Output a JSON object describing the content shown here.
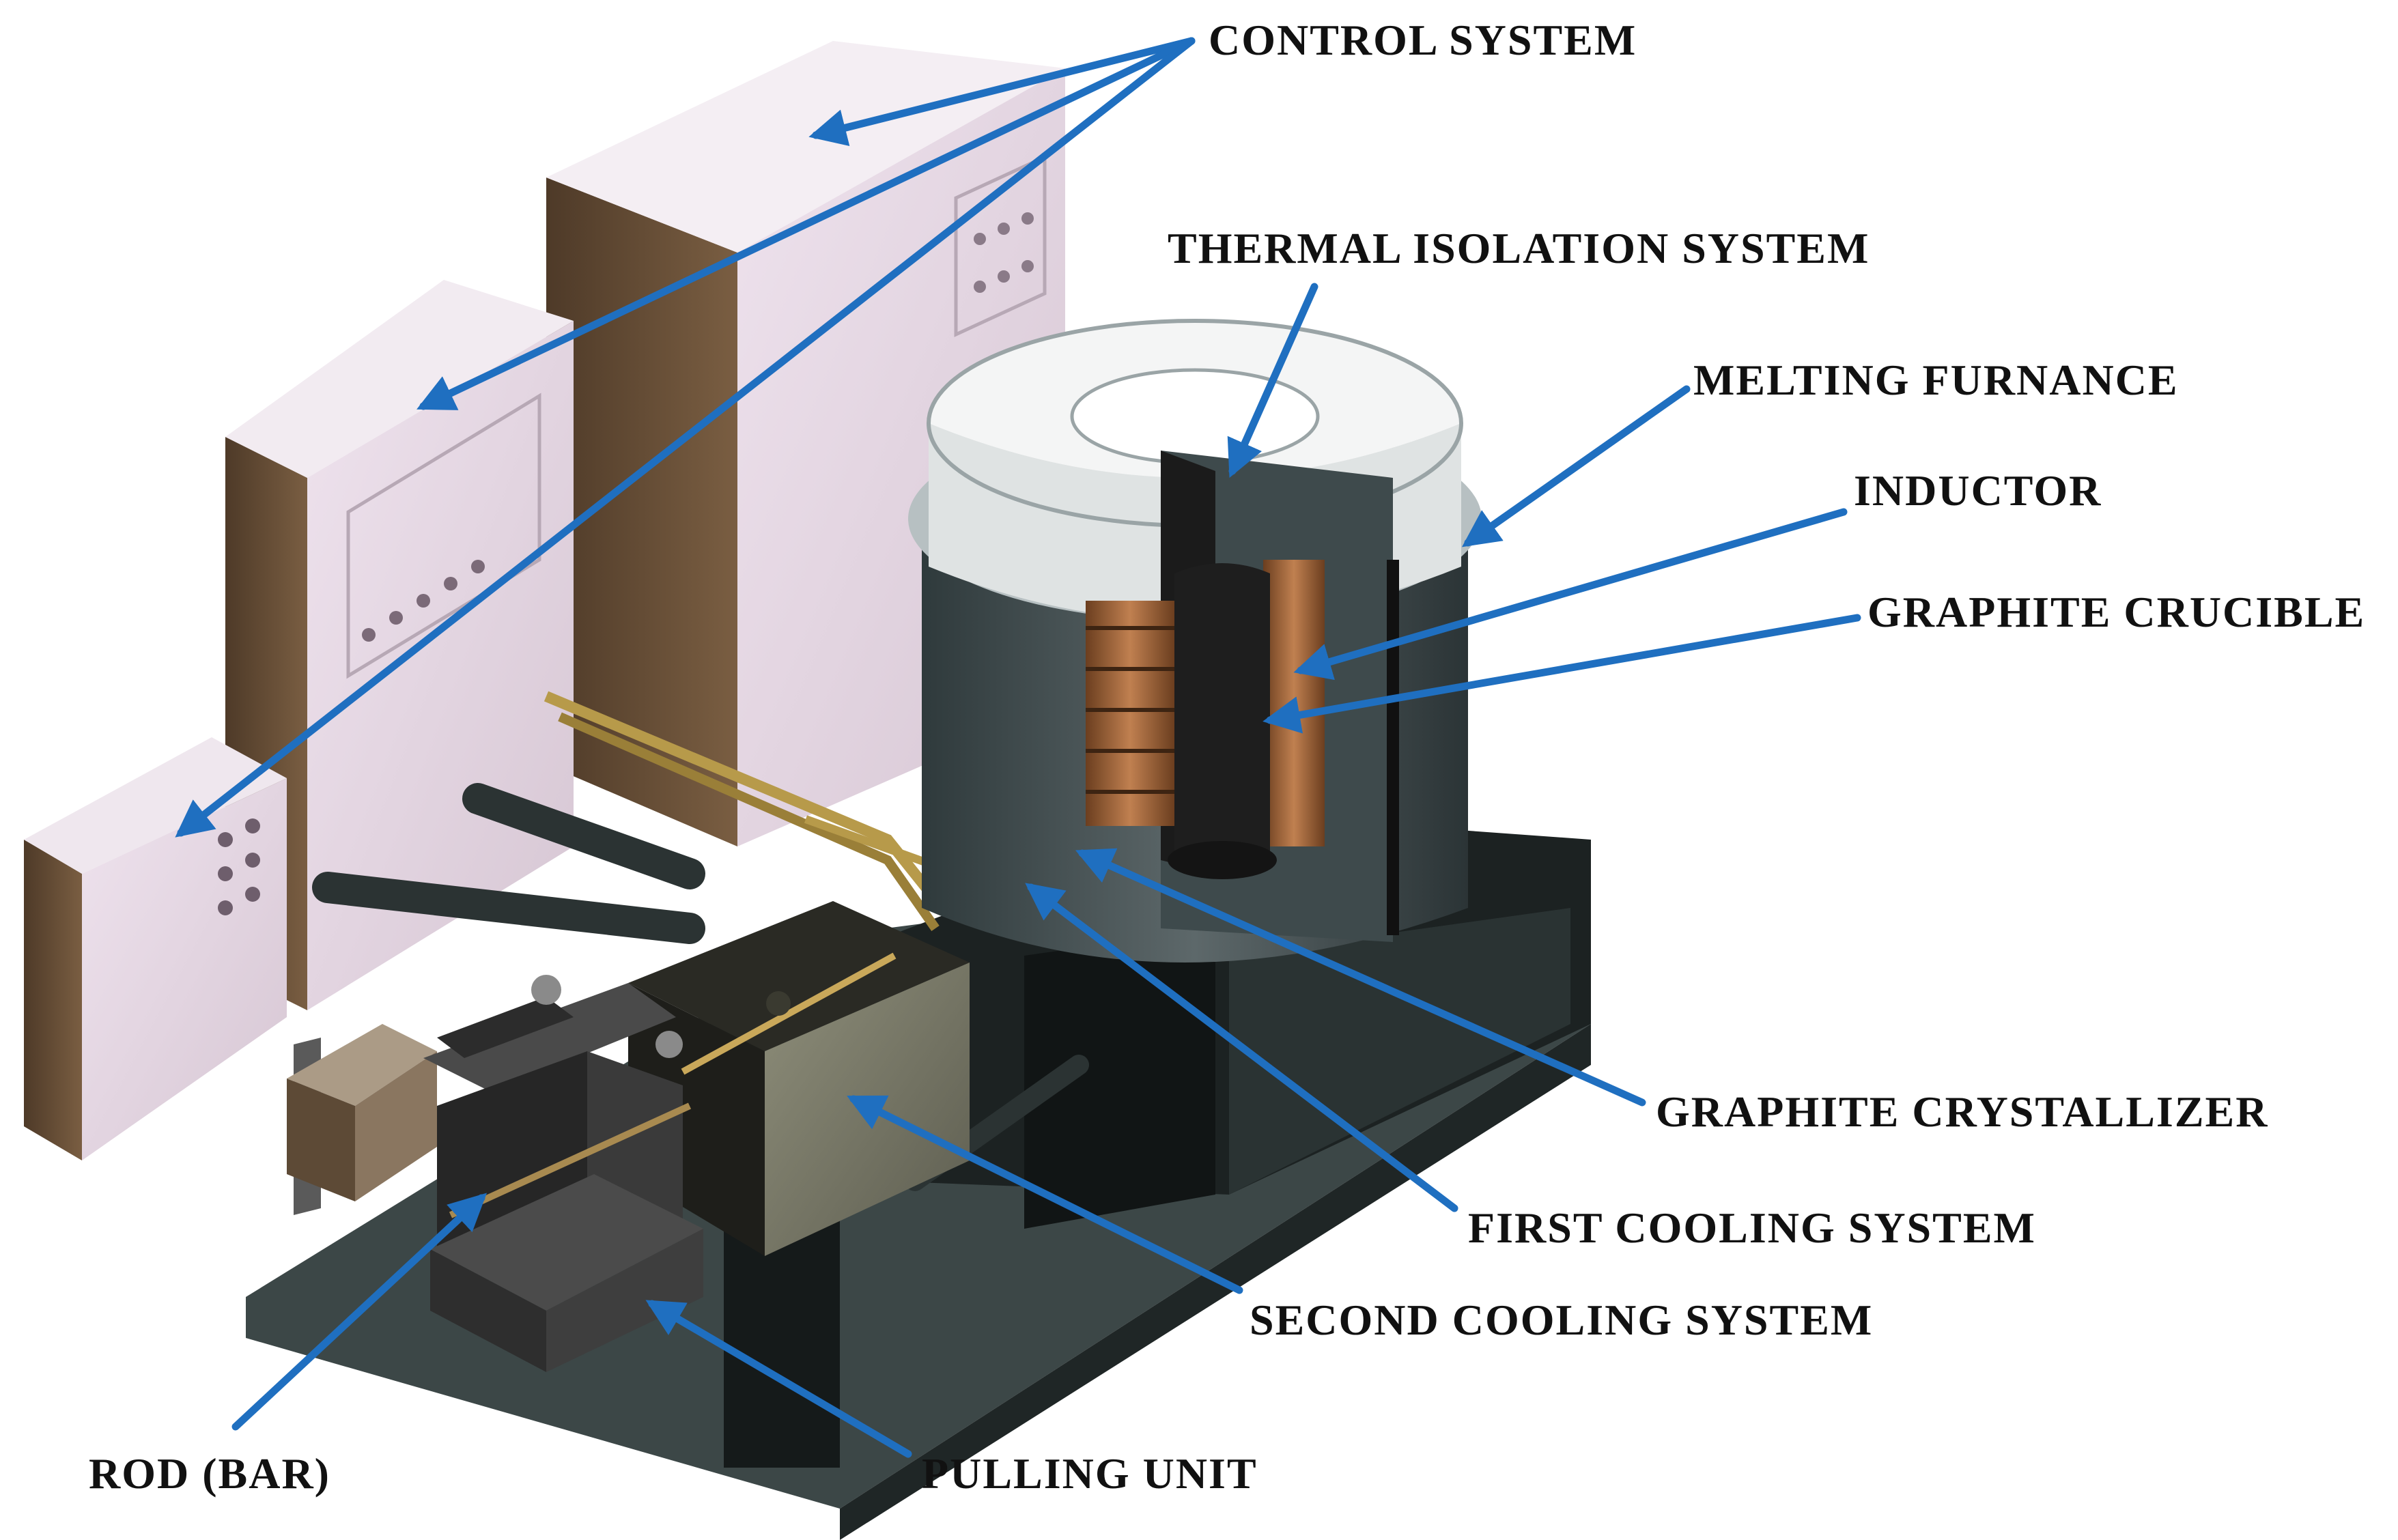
{
  "labels": {
    "control_system": "CONTROL SYSTEM",
    "thermal_isolation_system": "THERMAL ISOLATION SYSTEM",
    "melting_furnace": "MELTING FURNANCE",
    "inductor": "INDUCTOR",
    "graphite_crucible": "GRAPHITE CRUCIBLE",
    "graphite_crystallizer": "GRAPHITE CRYSTALLIZER",
    "first_cooling_system": "FIRST COOLING SYSTEM",
    "second_cooling_system": "SECOND COOLING SYSTEM",
    "rod_bar": "ROD (BAR)",
    "pulling_unit": "PULLING UNIT"
  },
  "colors": {
    "arrow": "#1f6fc0",
    "cabinet_front": "#e3d4e0",
    "cabinet_side": "#6b5138",
    "base_plate": "#3e4a4a",
    "furnace_body": "#4a5456",
    "furnace_lid": "#f2f2f2",
    "inductor_coil": "#a8683a",
    "crucible": "#2a2a2a",
    "brass_pipes": "#b79a4a"
  }
}
